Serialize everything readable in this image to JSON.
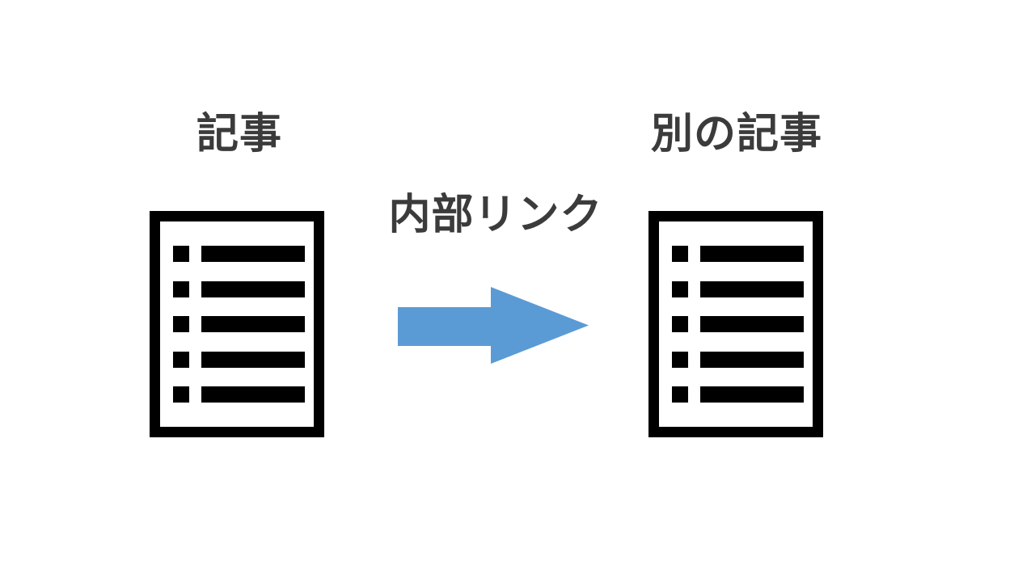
{
  "diagram": {
    "title": "internal-link-between-articles",
    "left_article": {
      "label": "記事",
      "icon": "document-list-icon"
    },
    "right_article": {
      "label": "別の記事",
      "icon": "document-list-icon"
    },
    "link": {
      "label": "内部リンク",
      "icon": "right-block-arrow-icon"
    },
    "colors": {
      "background": "#ffffff",
      "text": "#3b3b3b",
      "icon": "#000000",
      "arrow": "#5b9bd5"
    }
  }
}
